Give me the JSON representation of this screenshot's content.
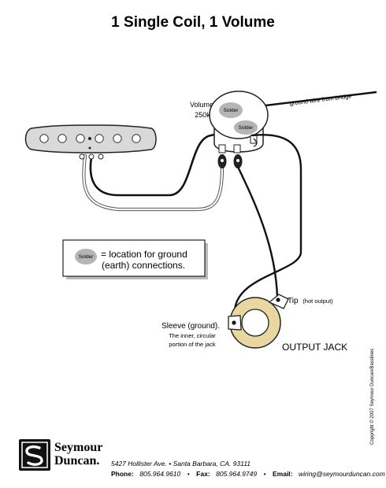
{
  "title": "1 Single Coil, 1 Volume",
  "pot": {
    "label": "Volume",
    "value": "250k",
    "solder_top": "Solder",
    "solder_bottom": "Solder",
    "ground_wire_label": "ground wire from bridge"
  },
  "legend": {
    "solder_label": "Solder",
    "line1": "= location for ground",
    "line2": "(earth) connections."
  },
  "jack": {
    "tip_label": "Tip",
    "tip_note": "(hot output)",
    "sleeve_label": "Sleeve (ground).",
    "sleeve_note1": "The inner, circular",
    "sleeve_note2": "portion of the jack",
    "output_label": "OUTPUT JACK"
  },
  "copyright": "Copyright © 2007 Seymour Duncan/Basslines",
  "company": {
    "logo_line1": "Seymour",
    "logo_line2": "Duncan.",
    "address": "5427 Hollister Ave.  •  Santa Barbara, CA. 93111",
    "phone_label": "Phone:",
    "phone": "805.964.9610",
    "fax_label": "Fax:",
    "fax": "805.964.9749",
    "email_label": "Email:",
    "email": "wiring@seymourduncan.com"
  },
  "colors": {
    "background": "#ffffff",
    "pickup_cover": "#d9d9d9",
    "solder_blob": "#b5b5b5",
    "jack_ring": "#e8d7a0",
    "wire_black": "#111111",
    "wire_white": "#ffffff"
  }
}
